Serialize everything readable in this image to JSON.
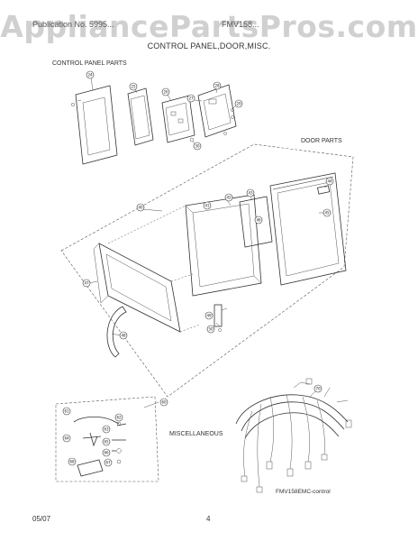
{
  "watermark": "AppliancePartsPros.com",
  "header": {
    "left": "Publication No. 5995...",
    "right": "FMV158..."
  },
  "title": "CONTROL PANEL,DOOR,MISC.",
  "section_labels": {
    "control_panel": "CONTROL PANEL  PARTS",
    "door": "DOOR  PARTS",
    "misc": "MISCELLANEOUS"
  },
  "figure_code": "FMV158EMC-control",
  "footer": {
    "date": "05/07",
    "page": "4"
  },
  "callouts": {
    "c1": "24",
    "c2": "25",
    "c3": "26",
    "c4": "27",
    "c5": "28",
    "c6": "29",
    "c7": "30",
    "d1": "40",
    "d2": "41",
    "d3": "42",
    "d4": "43",
    "d5": "44",
    "d6": "45",
    "d7": "46",
    "d8": "47",
    "d9": "48",
    "d10": "49",
    "d11": "50",
    "m1": "60",
    "m2": "61",
    "m3": "62",
    "m4": "63",
    "m5": "64",
    "m6": "65",
    "m7": "66",
    "m8": "67",
    "m9": "68",
    "w1": "70"
  }
}
